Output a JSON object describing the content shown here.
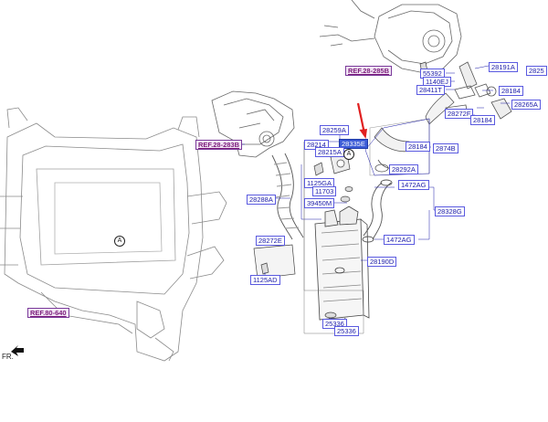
{
  "colors": {
    "label_border": "#5a5ae0",
    "label_text": "#1a1aa8",
    "ref_text": "#7a1a7a",
    "highlight_bg": "#3b5bd6",
    "arrow": "#e02020"
  },
  "reference_labels": {
    "ref_28_285b": "REF.28-285B",
    "ref_28_283b": "REF.28-283B",
    "ref_80_640": "REF.80-640"
  },
  "part_labels": {
    "p28191a": "28191A",
    "p2825": "2825",
    "p55392": "55392",
    "p1140ej": "1140EJ",
    "p28411t": "28411T",
    "p28184_top": "28184",
    "p28265a": "28265A",
    "p28272f": "28272F",
    "p28184_mid": "28184",
    "p28259a": "28259A",
    "p28214": "28214",
    "p28335e": "28335E",
    "p28215a": "28215A",
    "p28184_right": "28184",
    "p28748": "2874B",
    "p28292a": "28292A",
    "p1125ga": "1125GA",
    "p11703": "11703",
    "p1472ag_top": "1472AG",
    "p28288a": "28288A",
    "p39450m": "39450M",
    "p28328g": "28328G",
    "p28272e": "28272E",
    "p1472ag_bottom": "1472AG",
    "p28190d": "28190D",
    "p1125ad": "1125AD",
    "p25336_a": "25336",
    "p25336_b": "25336"
  },
  "callouts": {
    "a_left": "A",
    "a_mid": "A"
  },
  "direction_label": "FR.",
  "icons": {
    "arrow": "red-down-arrow-icon",
    "front": "front-direction-arrow-icon"
  }
}
